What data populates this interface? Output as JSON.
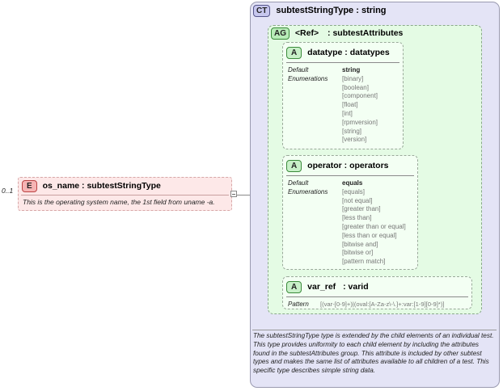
{
  "element": {
    "cardinality": "0..1",
    "badge": "E",
    "name": "os_name",
    "type": "subtestStringType",
    "description": "This is the operating system name, the 1st field from uname -a."
  },
  "complex_type": {
    "badge": "CT",
    "name": "subtestStringType",
    "base": "string",
    "description": "The subtestStringType type is extended by the child elements of an individual test.  This type provides uniformity to each child element by including the attributes found in the subtestAttributes group.  This attribute is included by other subtest types and makes the same list of attributes available to all children of a test.  This specific type describes simple string data."
  },
  "attribute_group": {
    "badge": "AG",
    "ref": "<Ref>",
    "name": "subtestAttributes"
  },
  "attributes": [
    {
      "badge": "A",
      "name": "datatype",
      "type": "datatypes",
      "default_label": "Default",
      "enum_label": "Enumerations",
      "default": "string",
      "enumerations": [
        "[binary]",
        "[boolean]",
        "[component]",
        "[float]",
        "[int]",
        "[rpmversion]",
        "[string]",
        "[version]"
      ]
    },
    {
      "badge": "A",
      "name": "operator",
      "type": "operators",
      "default_label": "Default",
      "enum_label": "Enumerations",
      "default": "equals",
      "enumerations": [
        "[equals]",
        "[not equal]",
        "[greater than]",
        "[less than]",
        "[greater than or equal]",
        "[less than or equal]",
        "[bitwise and]",
        "[bitwise or]",
        "[pattern match]"
      ]
    },
    {
      "badge": "A",
      "name": "var_ref",
      "type": "varid",
      "pattern_label": "Pattern",
      "pattern": "[(var-[0-9]+)|(oval:[A-Za-z\\-\\.]+:var:[1-9][0-9]*)]"
    }
  ]
}
